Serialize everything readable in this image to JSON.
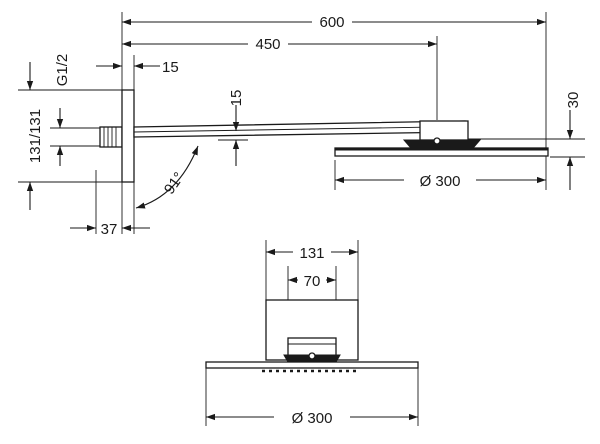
{
  "side_view": {
    "dim_total_length": "600",
    "dim_arm_length": "450",
    "dim_plate_thickness": "15",
    "dim_arm_height": "15",
    "dim_thread": "G1/2",
    "dim_wall_plate_height": "131/131",
    "dim_angle": "91°",
    "dim_wall_offset": "37",
    "dim_head_height": "30",
    "dim_head_diameter": "Ø 300"
  },
  "front_view": {
    "dim_plate_width": "131",
    "dim_connector_width": "70",
    "dim_head_diameter": "Ø 300"
  }
}
